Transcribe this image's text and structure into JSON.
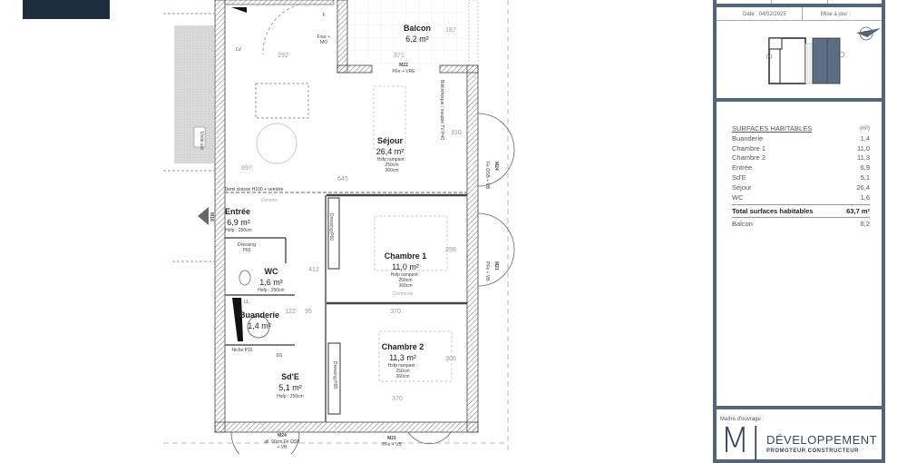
{
  "plan": {
    "rooms": [
      {
        "name": "Balcon",
        "area": "6,2 m²"
      },
      {
        "name": "Séjour",
        "area": "26,4 m²",
        "note": "Hsfp rampant :",
        "h1": "250cm",
        "h2": "360cm"
      },
      {
        "name": "Entrée",
        "area": "6,9 m²",
        "note": "Hsfp : 250cm"
      },
      {
        "name": "WC",
        "area": "1,6 m²",
        "note": "Hsfp : 250cm"
      },
      {
        "name": "Buanderie",
        "area": "1,4 m²"
      },
      {
        "name": "Sd'E",
        "area": "5,1 m²",
        "note": "Hsfp : 250cm"
      },
      {
        "name": "Chambre 1",
        "area": "11,0 m²",
        "note": "Hsfp rampant :",
        "h1": "250cm",
        "h2": "360cm"
      },
      {
        "name": "Chambre 2",
        "area": "11,3 m²",
        "note": "Hsfp rampant :",
        "h1": "250cm",
        "h2": "360cm"
      }
    ],
    "annotations": {
      "four": "Four + MO",
      "f": "F",
      "lv": "LV",
      "ll": "LL",
      "ss": "SS",
      "demi_cloison": "Demi cloison H100 + verrière",
      "console": "Console",
      "commode": "Commode",
      "dressing_p60": "Dressing P60",
      "niche": "Niche P15",
      "bibliotheque": "Bibliothèque / meuble TV P40",
      "unite_ext": "Unité ext"
    },
    "openings": [
      {
        "id": "M22",
        "desc": "PFe + VRE"
      },
      {
        "id": "M24",
        "desc": "Fe OSB + VB"
      },
      {
        "id": "M21",
        "desc": "PFe + VB"
      },
      {
        "id": "M24",
        "desc": "all. 90cm Fe OSB + VB"
      },
      {
        "id": "M21",
        "desc": "PFe + VB"
      },
      {
        "id": "M18",
        "desc": ""
      }
    ],
    "dimensions": [
      "292",
      "371",
      "187",
      "645",
      "697",
      "316",
      "412",
      "298",
      "370",
      "95",
      "122",
      "370",
      "306"
    ]
  },
  "panel": {
    "date": "Date : 04/02/2025",
    "update": "Mise à jour :",
    "surfaces_title": "SURFACES HABITABLES",
    "unit": "(m²)",
    "surfaces": [
      {
        "label": "Buanderie",
        "value": "1,4"
      },
      {
        "label": "Chambre 1",
        "value": "11,0"
      },
      {
        "label": "Chambre 2",
        "value": "11,3"
      },
      {
        "label": "Entrée",
        "value": "6,9"
      },
      {
        "label": "Sd'E",
        "value": "5,1"
      },
      {
        "label": "Séjour",
        "value": "26,4"
      },
      {
        "label": "WC",
        "value": "1,6"
      }
    ],
    "total_label": "Total surfaces habitables",
    "total_value": "63,7 m²",
    "balcon_label": "Balcon",
    "balcon_value": "6,2",
    "maitre_label": "Maître d'ouvrage :",
    "logo_mark": "M|",
    "logo_name": "DÉVELOPPEMENT",
    "logo_sub": "PROMOTEUR CONSTRUCTEUR"
  },
  "colors": {
    "frame": "#556579",
    "navy": "#1f2b3e",
    "wall": "#555555",
    "thumb_fill": "#5b6e84"
  }
}
